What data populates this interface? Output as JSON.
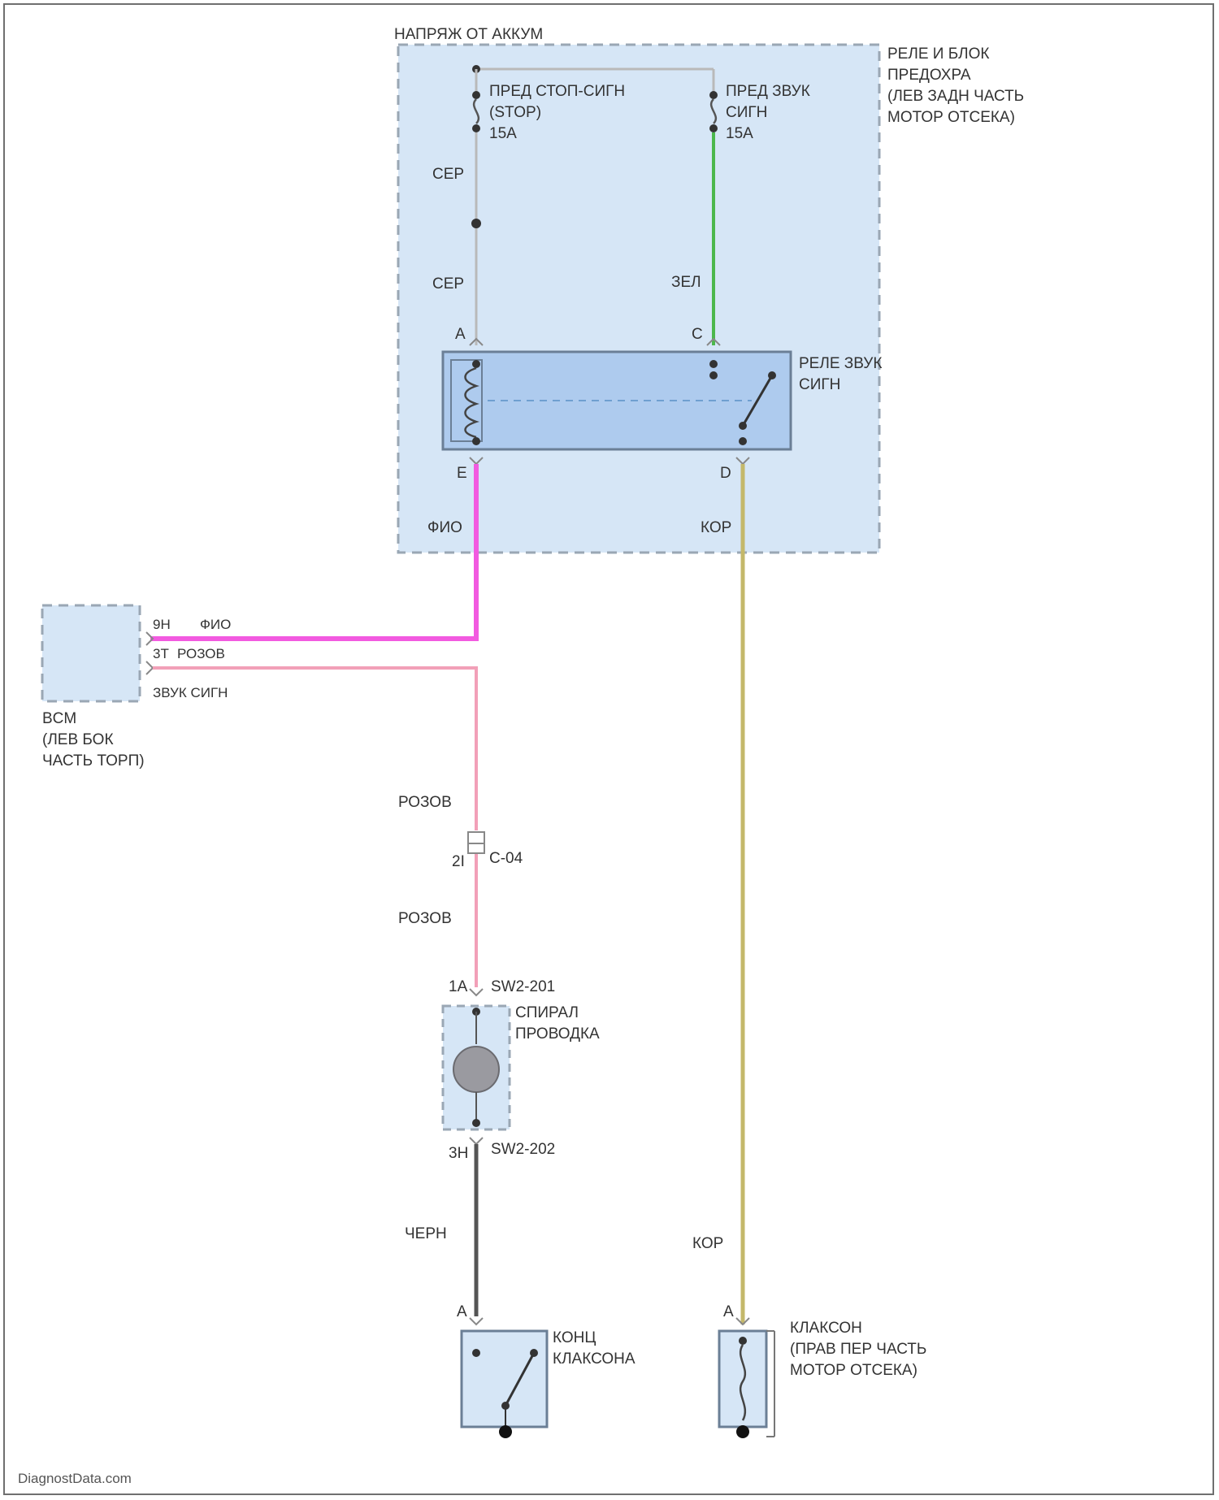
{
  "diagram": {
    "supply_label": "НАПРЯЖ ОТ АККУМ",
    "block_label": [
      "РЕЛЕ И БЛОК",
      "ПРЕДОХРА",
      "(ЛЕВ ЗАДН ЧАСТЬ",
      "МОТОР ОТСЕКА)"
    ],
    "fuse1_label": [
      "ПРЕД СТОП-СИГН",
      "(STOP)",
      "15A"
    ],
    "fuse2_label": [
      "ПРЕД ЗВУК",
      "СИГН",
      "15A"
    ],
    "wire_ser_1": "СЕР",
    "wire_ser_2": "СЕР",
    "wire_zel": "ЗЕЛ",
    "pin_a": "A",
    "pin_c": "C",
    "pin_e": "E",
    "pin_d": "D",
    "relay_label": [
      "РЕЛЕ ЗВУК",
      "СИГН"
    ],
    "wire_fio_block": "ФИО",
    "wire_kor_block": "КОР",
    "bcm_pin": "9H",
    "bcm_wire_fio": "ФИО",
    "bcm_pin2": "3T",
    "bcm_wire_roz": "РОЗОВ",
    "bcm_signal": "ЗВУК СИГН",
    "bcm_label": [
      "BCM",
      "(ЛЕВ БОК",
      "ЧАСТЬ ТОРП)"
    ],
    "wire_roz_1": "РОЗОВ",
    "conn_pin": "2I",
    "conn_name": "C-04",
    "wire_roz_2": "РОЗОВ",
    "clock_pin_top": "1A",
    "clock_conn_top": "SW2-201",
    "clock_label": [
      "СПИРАЛ",
      "ПРОВОДКА"
    ],
    "clock_pin_bot": "3H",
    "clock_conn_bot": "SW2-202",
    "wire_chern": "ЧЕРН",
    "wire_kor_2": "КОР",
    "switch_pin": "A",
    "horn_pin": "A",
    "switch_label": [
      "КОНЦ",
      "КЛАКСОНА"
    ],
    "horn_label": [
      "КЛАКСОН",
      "(ПРАВ ПЕР ЧАСТЬ",
      "МОТОР ОТСЕКА)"
    ],
    "watermark": "DiagnostData.com",
    "colors": {
      "zone_fill": "#d6e6f6",
      "relay_fill": "#aecbee",
      "wire_gray": "#b9b9b9",
      "wire_green": "#4cb84c",
      "wire_violet": "#f25ae0",
      "wire_pink": "#f2a0b8",
      "wire_olive": "#c4b86a",
      "wire_black": "#555555"
    }
  }
}
